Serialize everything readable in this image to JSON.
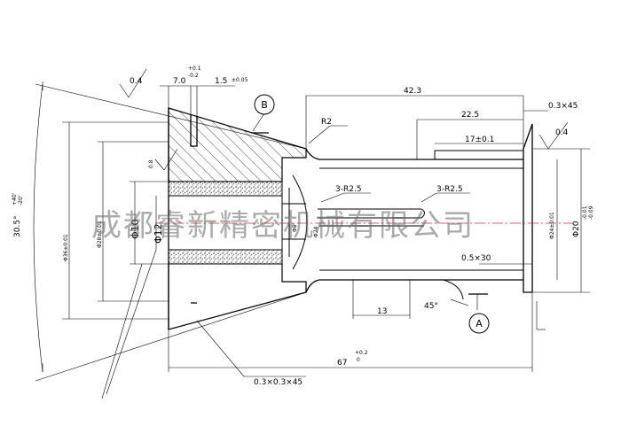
{
  "watermark": "成都睿新精密机械有限公司",
  "labels": {
    "angle_total": "30.5°",
    "angle_tol_upper": "+40'",
    "angle_tol_lower": "-20'",
    "rough_top_left": "0.4",
    "dim_7": "7.0",
    "dim_7_tol_upper": "+0.1",
    "dim_7_tol_lower": "-0.2",
    "dim_15": "1.5",
    "dim_15_tol": "±0.05",
    "callout_b": "B",
    "dim_423": "42.3",
    "chamfer_right": "0.3×45",
    "radius_r2": "R2",
    "dim_225": "22.5",
    "dim_17": "17±0.1",
    "rough_right": "0.4",
    "rough_face": "0.8",
    "dim_od36": "Φ36±0.01",
    "dim_od28": "Φ28±0.01",
    "dim_id10": "Φ10",
    "dim_id12": "Φ12",
    "dim_bore": "Φ5",
    "radius_a": "3-R2.5",
    "radius_b": "3-R2.5",
    "dim_bore24": "Φ24",
    "dim_od24": "Φ24±0.01",
    "dim_od20": "Φ20",
    "dim_od20_tol_upper": "-0.01",
    "dim_od20_tol_lower": "-0.09",
    "slot": "0.5×30",
    "dim_13": "13",
    "angle_45": "45°",
    "callout_a": "A",
    "dim_67": "67",
    "dim_67_tol_upper": "+0.2",
    "dim_67_tol_lower": "0",
    "chamfer_bottom": "0.3×0.3×45"
  }
}
